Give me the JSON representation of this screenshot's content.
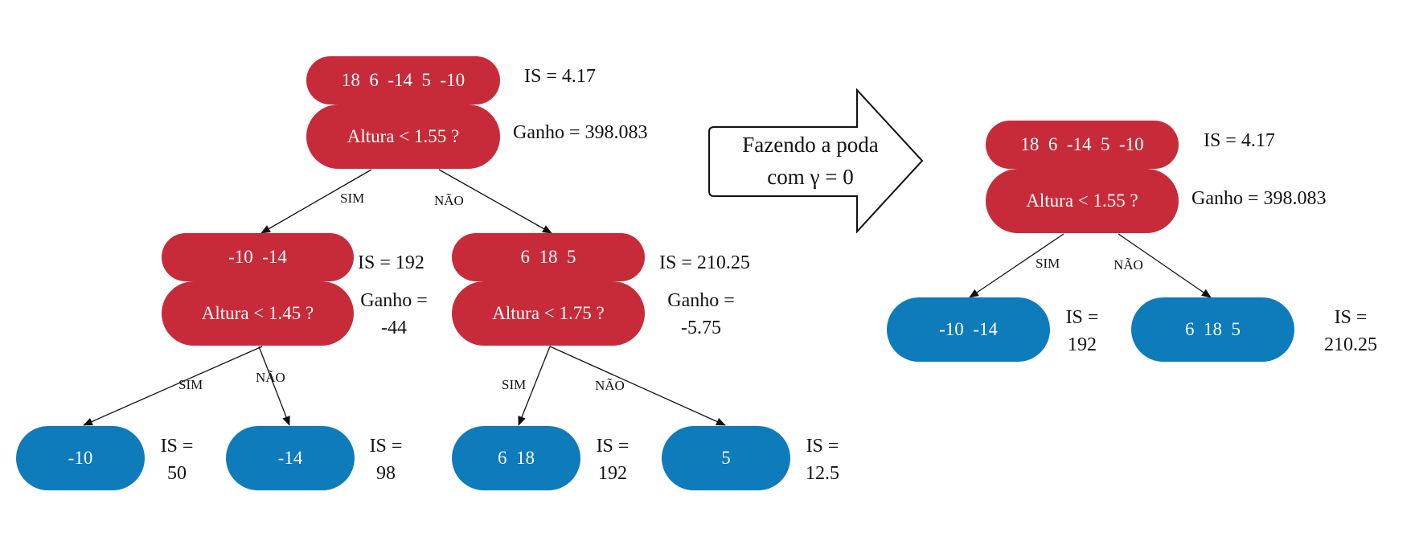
{
  "left_tree": {
    "root": {
      "values": "18  6  -14  5  -10",
      "question": "Altura < 1.55 ?",
      "is": "IS = 4.17",
      "gain": "Ganho = 398.083"
    },
    "yes_edge": "SIM",
    "no_edge": "NÃO",
    "mid_left": {
      "values": "-10  -14",
      "question": "Altura < 1.45 ?",
      "is": "IS = 192",
      "gain_line1": "Ganho =",
      "gain_line2": "-44"
    },
    "mid_right": {
      "values": "6  18  5",
      "question": "Altura < 1.75 ?",
      "is": "IS = 210.25",
      "gain_line1": "Ganho =",
      "gain_line2": "-5.75"
    },
    "leaves": [
      {
        "value": "-10",
        "is_line1": "IS =",
        "is_line2": "50"
      },
      {
        "value": "-14",
        "is_line1": "IS =",
        "is_line2": "98"
      },
      {
        "value": "6  18",
        "is_line1": "IS =",
        "is_line2": "192"
      },
      {
        "value": "5",
        "is_line1": "IS =",
        "is_line2": "12.5"
      }
    ],
    "ml_yes": "SIM",
    "ml_no": "NÃO",
    "mr_yes": "SIM",
    "mr_no": "NÃO"
  },
  "arrow": {
    "line1": "Fazendo a poda",
    "line2": "com γ = 0"
  },
  "right_tree": {
    "root": {
      "values": "18  6  -14  5  -10",
      "question": "Altura < 1.55 ?",
      "is": "IS = 4.17",
      "gain": "Ganho = 398.083"
    },
    "yes_edge": "SIM",
    "no_edge": "NÃO",
    "leaves": [
      {
        "value": "-10  -14",
        "is_line1": "IS =",
        "is_line2": "192"
      },
      {
        "value": "6  18  5",
        "is_line1": "IS =",
        "is_line2": "210.25"
      }
    ]
  },
  "colors": {
    "split_node": "#c72b39",
    "leaf_node": "#0e7bbb"
  }
}
